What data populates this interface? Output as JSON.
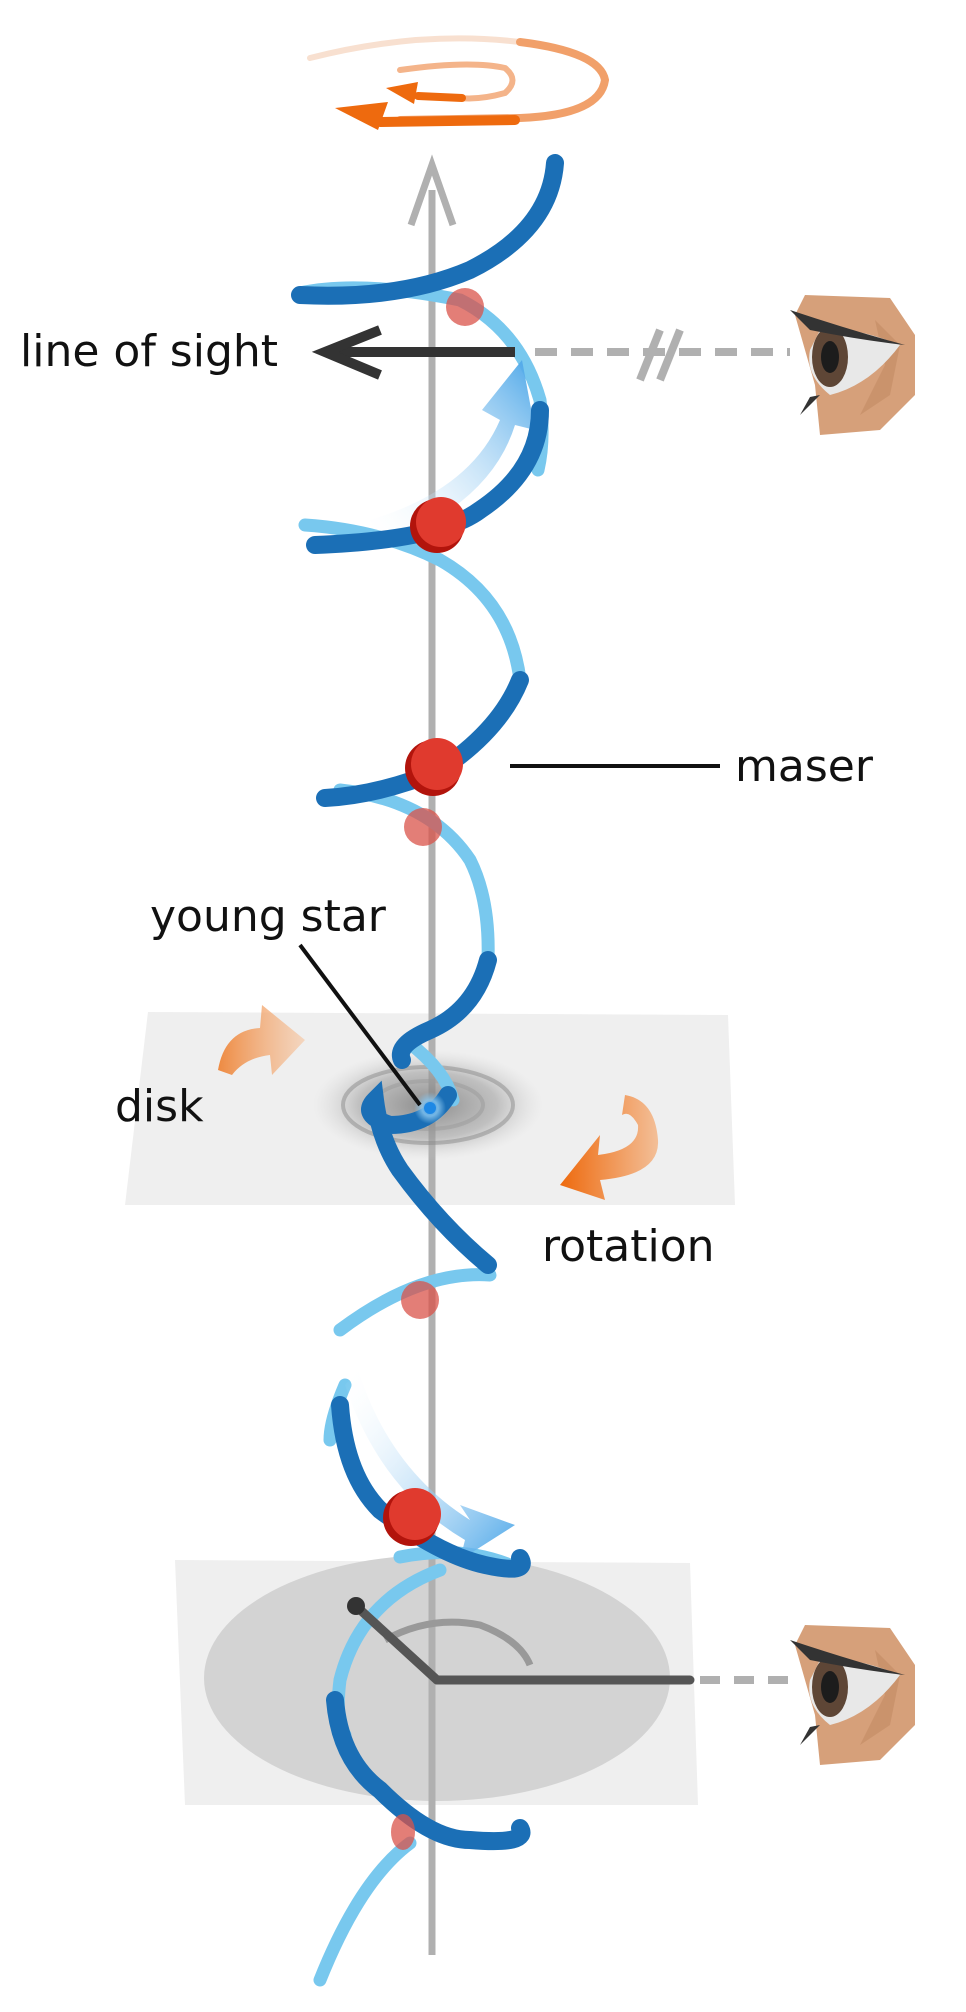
{
  "diagram": {
    "title": "Helical maser jet around a young star",
    "labels": {
      "line_of_sight": "line of sight",
      "maser": "maser",
      "young_star": "young star",
      "disk": "disk",
      "rotation": "rotation"
    },
    "colors": {
      "jet_front": "#1b6fb6",
      "jet_back": "#78c8ee",
      "maser": "#e03a2e",
      "maser_shade": "#b2140c",
      "rotation_arrow": "#ee6a0e",
      "axis": "#b0b0b0",
      "plane": "#efefef",
      "skin": "#d6a07a",
      "line_dark": "#3a3a3a"
    },
    "icons": [
      "rotation-spiral-icon",
      "eye-icon",
      "eye-icon",
      "motion-arrow-icon",
      "rotation-arrow-icon"
    ]
  }
}
